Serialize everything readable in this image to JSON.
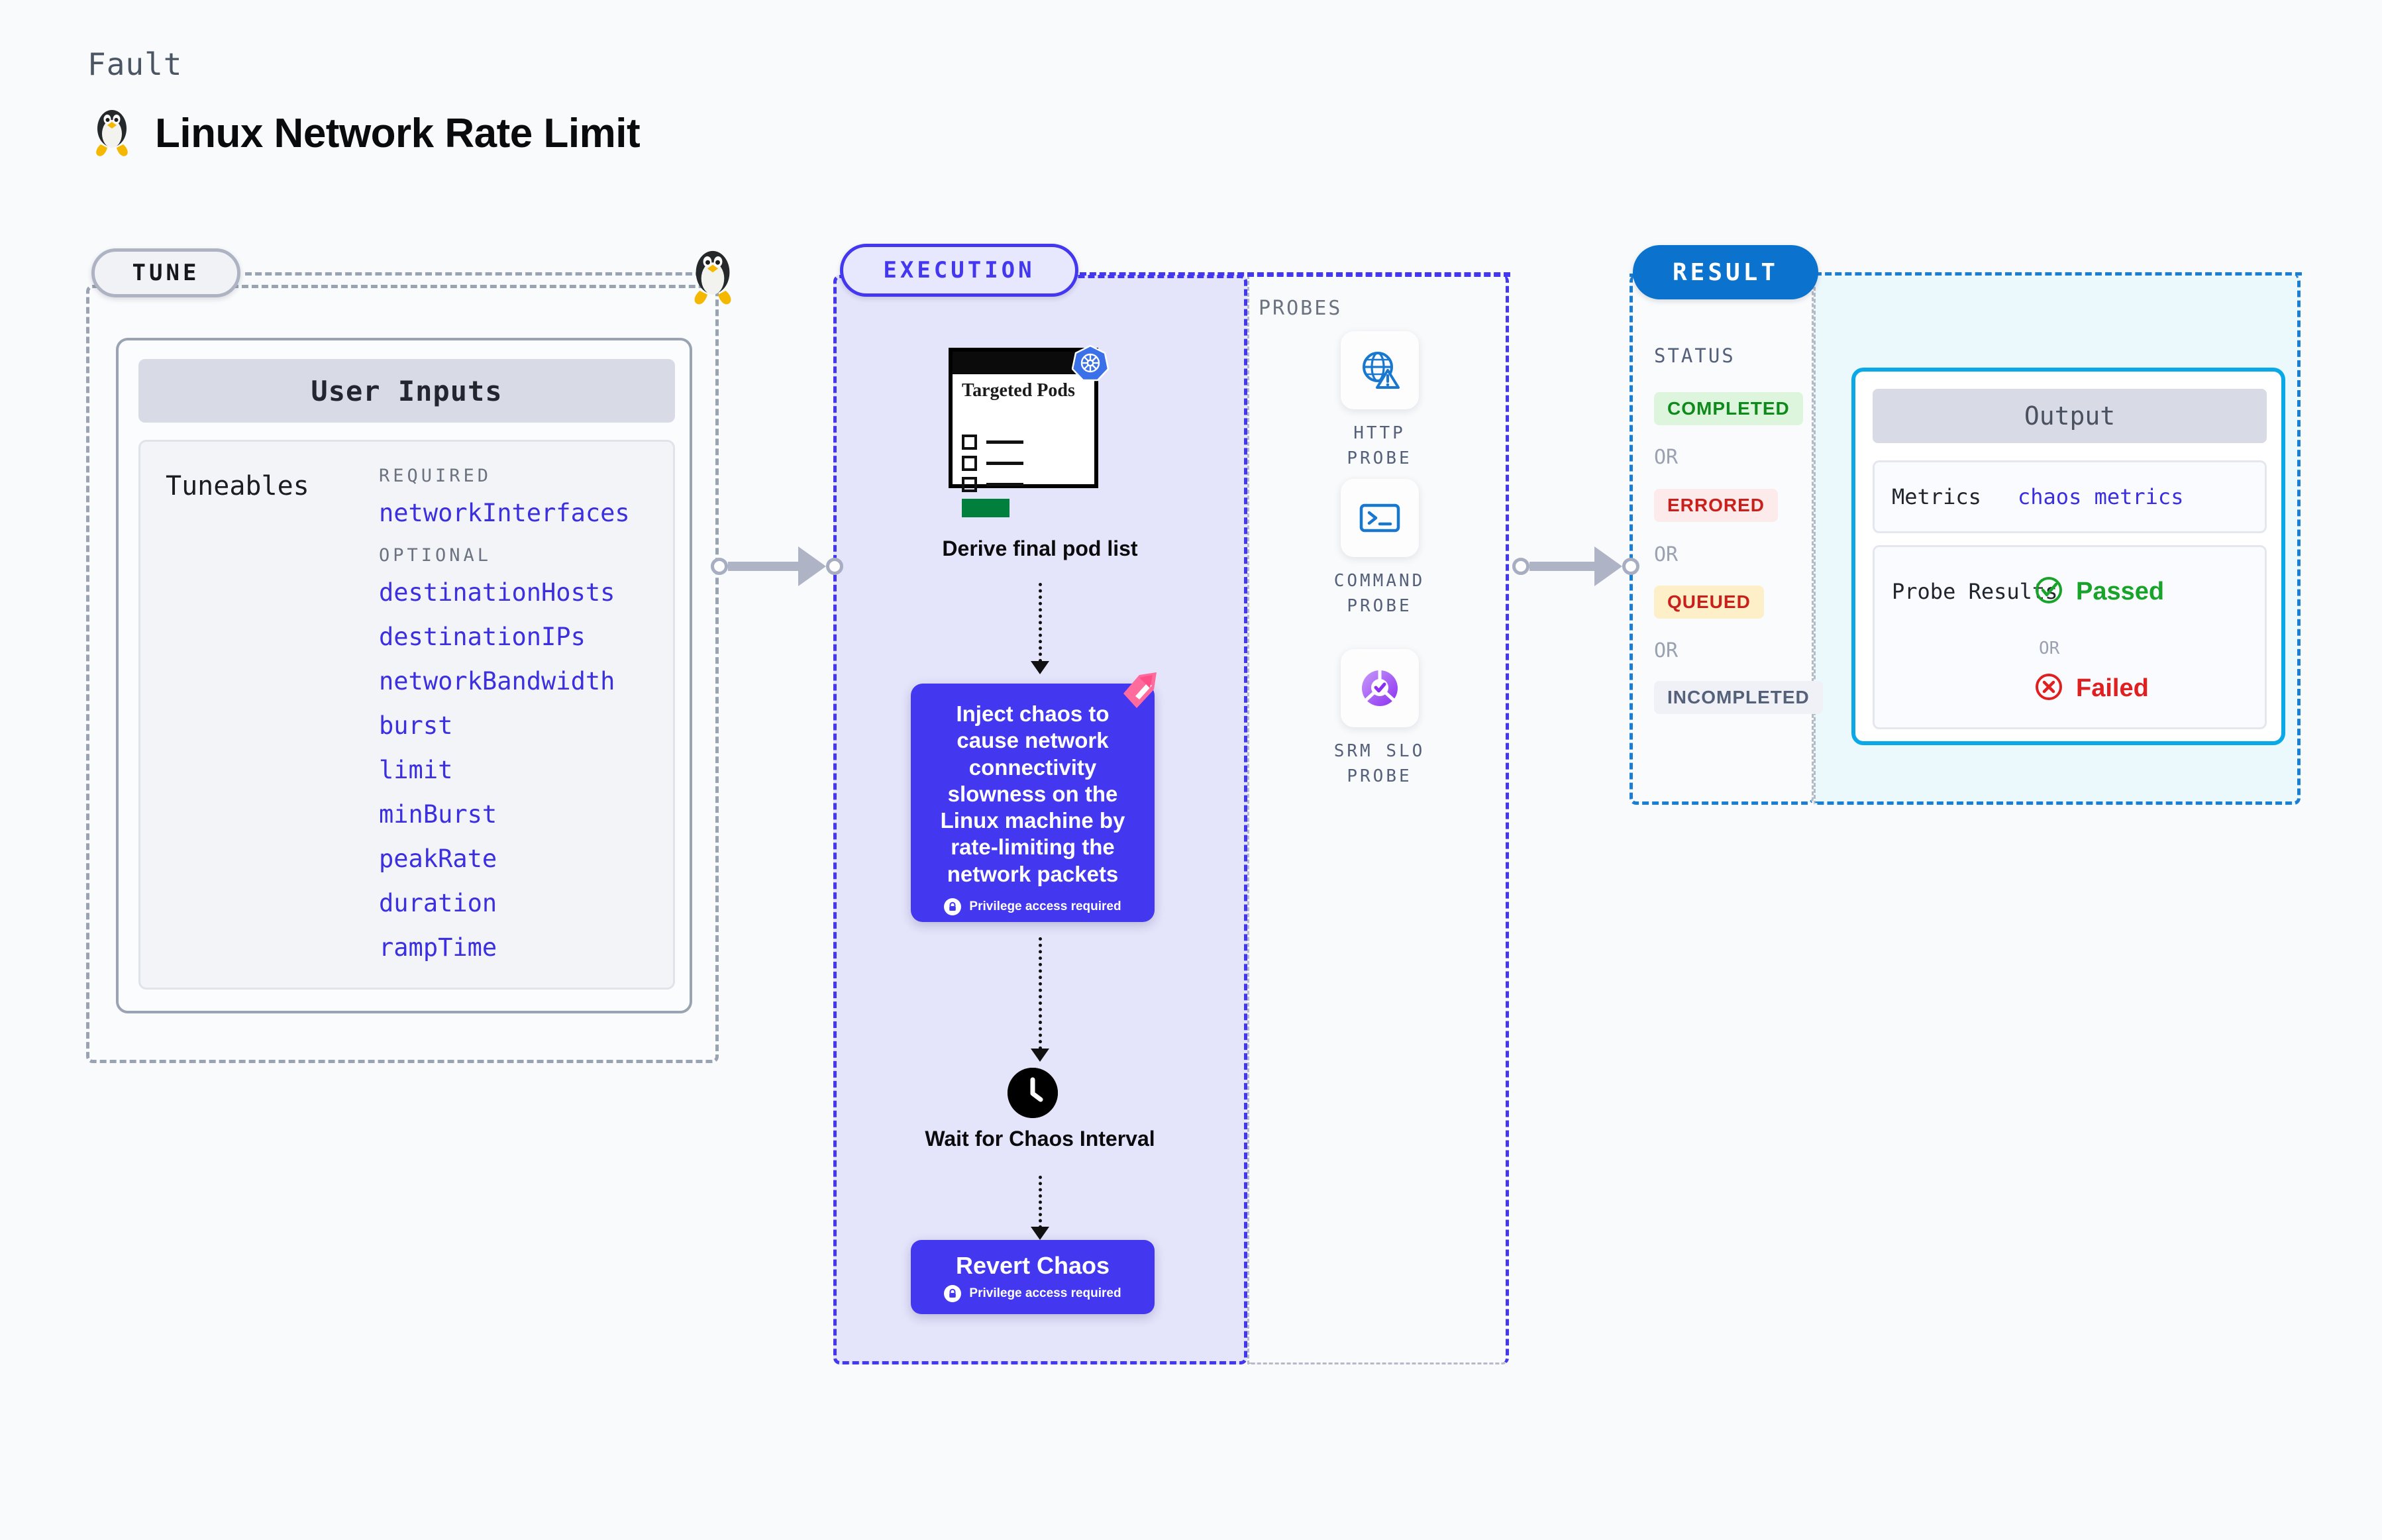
{
  "header": {
    "kicker": "Fault",
    "title": "Linux Network Rate Limit",
    "icon": "linux-penguin-icon"
  },
  "tune": {
    "pill_label": "TUNE",
    "platform_icon": "linux-penguin-icon",
    "user_inputs_title": "User Inputs",
    "tuneables_label": "Tuneables",
    "groups": [
      {
        "heading": "REQUIRED",
        "items": [
          "networkInterfaces"
        ]
      },
      {
        "heading": "OPTIONAL",
        "items": [
          "destinationHosts",
          "destinationIPs",
          "networkBandwidth",
          "burst",
          "limit",
          "minBurst",
          "peakRate",
          "duration",
          "rampTime"
        ]
      }
    ]
  },
  "execution": {
    "pill_label": "EXECUTION",
    "pod_card": {
      "title": "Targeted Pods",
      "badge_icon": "kubernetes-icon",
      "rows": 3
    },
    "derive_label": "Derive final pod list",
    "chaos": {
      "text": "Inject chaos to cause network connectivity slowness on the Linux machine by rate-limiting the network packets",
      "privilege_note": "Privilege access required",
      "ribbon_icon": "litmus-ribbon-icon",
      "lock_icon": "lock-icon"
    },
    "wait": {
      "icon": "clock-icon",
      "label": "Wait for Chaos Interval"
    },
    "revert": {
      "title": "Revert Chaos",
      "privilege_note": "Privilege access required",
      "lock_icon": "lock-icon"
    }
  },
  "probes": {
    "section_label": "PROBES",
    "items": [
      {
        "icon": "globe-warning-icon",
        "label": "HTTP PROBE"
      },
      {
        "icon": "terminal-prompt-icon",
        "label": "COMMAND PROBE"
      },
      {
        "icon": "slo-gauge-check-icon",
        "label": "SRM SLO PROBE"
      }
    ]
  },
  "result": {
    "pill_label": "RESULT",
    "status_label": "STATUS",
    "or_label": "OR",
    "statuses": [
      {
        "label": "COMPLETED",
        "bg": "#ddf5dc",
        "fg": "#0f8a1c"
      },
      {
        "label": "ERRORED",
        "bg": "#fdeaea",
        "fg": "#c9201b"
      },
      {
        "label": "QUEUED",
        "bg": "#fdf0c9",
        "fg": "#c9201b"
      },
      {
        "label": "INCOMPLETED",
        "bg": "#f0f1f6",
        "fg": "#55607a"
      }
    ],
    "output": {
      "title": "Output",
      "metrics_key": "Metrics",
      "metrics_value": "chaos metrics",
      "probe_results_key": "Probe Results",
      "passed_label": "Passed",
      "failed_label": "Failed",
      "or_label": "OR",
      "passed_icon": "check-circle-icon",
      "failed_icon": "x-circle-icon"
    }
  },
  "colors": {
    "accent_purple": "#4338ef",
    "accent_blue": "#0b72cd",
    "output_border": "#09a9e8",
    "pass_green": "#18a42b",
    "fail_red": "#e02020",
    "muted": "#9aa3b2"
  }
}
